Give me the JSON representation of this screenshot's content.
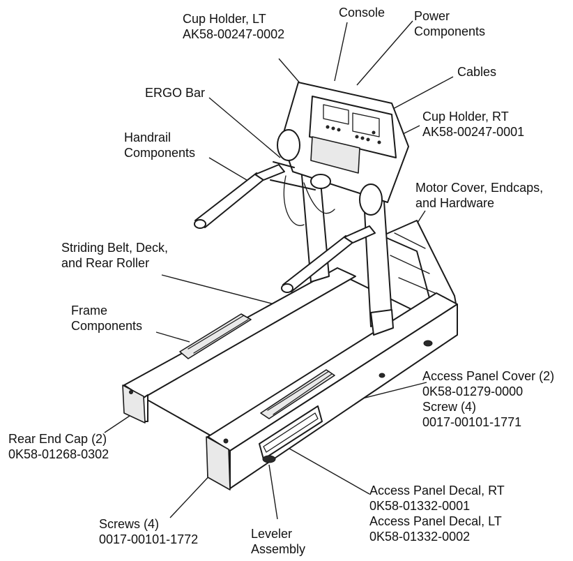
{
  "labels": {
    "cup_holder_lt": {
      "line1": "Cup Holder, LT",
      "line2": "AK58-00247-0002"
    },
    "console": {
      "line1": "Console"
    },
    "power_components": {
      "line1": "Power",
      "line2": "Components"
    },
    "cables": {
      "line1": "Cables"
    },
    "cup_holder_rt": {
      "line1": "Cup Holder, RT",
      "line2": "AK58-00247-0001"
    },
    "ergo_bar": {
      "line1": "ERGO Bar"
    },
    "handrail_components": {
      "line1": "Handrail",
      "line2": "Components"
    },
    "motor_cover": {
      "line1": "Motor Cover, Endcaps,",
      "line2": "and Hardware"
    },
    "striding_belt": {
      "line1": "Striding Belt, Deck,",
      "line2": "and Rear Roller"
    },
    "frame_components": {
      "line1": "Frame",
      "line2": "Components"
    },
    "access_panel_cover": {
      "line1": "Access Panel Cover (2)",
      "line2": "0K58-01279-0000",
      "line3": "Screw (4)",
      "line4": "0017-00101-1771"
    },
    "rear_end_cap": {
      "line1": "Rear End Cap (2)",
      "line2": "0K58-01268-0302"
    },
    "access_panel_decal": {
      "line1": "Access Panel Decal, RT",
      "line2": "0K58-01332-0001",
      "line3": "Access Panel Decal, LT",
      "line4": "0K58-01332-0002"
    },
    "screws": {
      "line1": "Screws (4)",
      "line2": "0017-00101-1772"
    },
    "leveler_assembly": {
      "line1": "Leveler",
      "line2": "Assembly"
    }
  }
}
